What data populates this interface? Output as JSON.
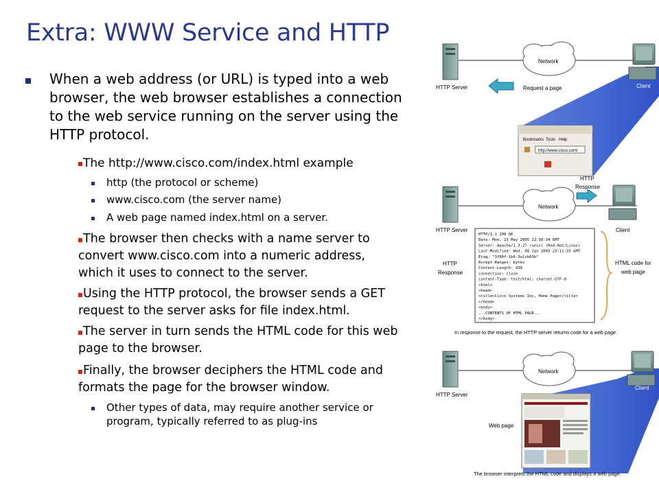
{
  "slide": {
    "title": "Extra: WWW Service and HTTP",
    "bullets": {
      "b1_l1": "When a web address (or URL) is typed into a web",
      "b1_l2": "browser, the web browser establishes a connection",
      "b1_l3": "to the web service running on the server using the",
      "b1_l4": "HTTP protocol.",
      "b2": "The http://www.cisco.com/index.html  example",
      "b2a": "http (the protocol or scheme)",
      "b2b": "www.cisco.com (the server name)",
      "b2c": "A web page named index.html on a server.",
      "b3_l1": "The browser then checks with a name server to",
      "b3_l2": "convert www.cisco.com into a numeric address,",
      "b3_l3": "which it uses to connect to the server.",
      "b4_l1": "Using the HTTP protocol, the browser sends a GET",
      "b4_l2": "request to the server asks for file index.html.",
      "b5_l1": "The server in turn sends the HTML code for this web",
      "b5_l2": "page to the browser.",
      "b6_l1": "Finally, the browser deciphers the HTML code and",
      "b6_l2": "formats the page for the browser window.",
      "b6a_l1": "Other types of data, may require another service or",
      "b6a_l2": "program, typically referred to as plug-ins"
    }
  },
  "diagram": {
    "p1": {
      "network": "Network",
      "server": "HTTP Server",
      "client": "Client",
      "request": "Request a page",
      "bookmarks": "Bookmarks",
      "tools": "Tools",
      "help": "Help",
      "url": "http://www.cisco.com/",
      "http": "HTTP",
      "response": "Response"
    },
    "p2": {
      "network": "Network",
      "server": "HTTP Server",
      "client": "Client",
      "http": "HTTP",
      "response": "Response",
      "html_code1": "HTML code for",
      "html_code2": "web page",
      "caption": "In response to the request, the HTTP server returns code for a web page.",
      "code": [
        "HTTP/1.1 200 OK",
        "Date: Mon, 23 May 2005 22:38:34 GMT",
        "Server: Apache/1.3.27 (unix) (Red-Hat/Linux)",
        "Last-Modified: Wed, 08 Jan 2003 23:11:55 GMT",
        "Etag: \"3f80f-1b6-3e1cb03b\"",
        "Accept-Ranges: bytes",
        "Content-Length: 438",
        "connection: close",
        "content-Type: text/html; charset-UTF-8",
        "<html>",
        "<head>",
        "<title>Cisco Systems Inc, Home Page</title>",
        "</head>",
        "<body>",
        "...CONTENTS OF HTML PAGE...",
        "</body>"
      ]
    },
    "p3": {
      "network": "Network",
      "server": "HTTP Server",
      "client": "Client",
      "webpage": "Web page",
      "caption": "The browser interprets the HTML code and displays a web page."
    }
  }
}
